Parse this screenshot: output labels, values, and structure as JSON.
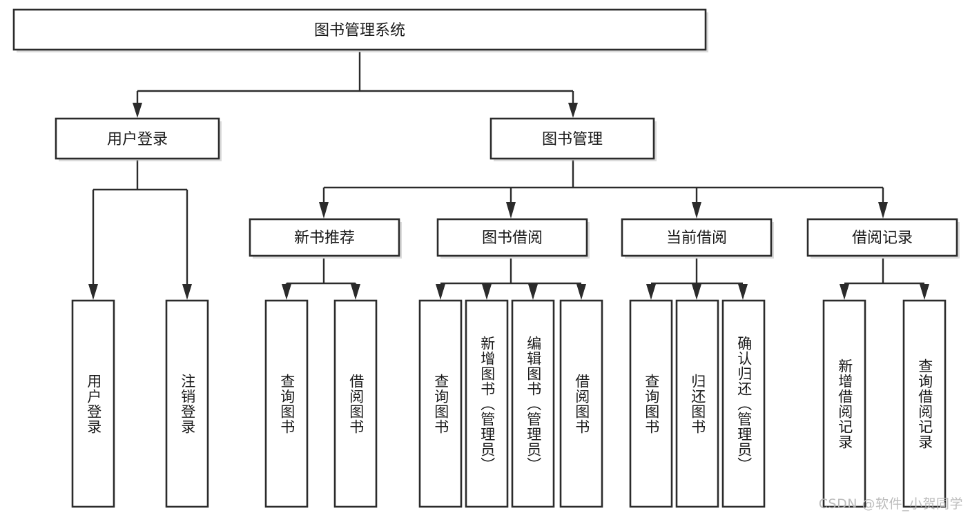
{
  "diagram": {
    "type": "tree-hierarchy",
    "title": "图书管理系统",
    "root": {
      "id": "root",
      "label": "图书管理系统",
      "level": 1
    },
    "level2": [
      {
        "id": "user-login",
        "label": "用户登录",
        "level": 2
      },
      {
        "id": "book-manage",
        "label": "图书管理",
        "level": 2
      }
    ],
    "level3": [
      {
        "id": "new-book-recommend",
        "label": "新书推荐",
        "level": 3,
        "parent": "book-manage"
      },
      {
        "id": "book-borrow",
        "label": "图书借阅",
        "level": 3,
        "parent": "book-manage"
      },
      {
        "id": "current-borrow",
        "label": "当前借阅",
        "level": 3,
        "parent": "book-manage"
      },
      {
        "id": "borrow-record",
        "label": "借阅记录",
        "level": 3,
        "parent": "book-manage"
      }
    ],
    "leaves": [
      {
        "id": "leaf-user-login",
        "label": "用户登录",
        "parent": "user-login"
      },
      {
        "id": "leaf-logout-login",
        "label": "注销登录",
        "parent": "user-login"
      },
      {
        "id": "leaf-query-book-1",
        "label": "查询图书",
        "parent": "new-book-recommend"
      },
      {
        "id": "leaf-borrow-book-1",
        "label": "借阅图书",
        "parent": "new-book-recommend"
      },
      {
        "id": "leaf-query-book-2",
        "label": "查询图书",
        "parent": "book-borrow"
      },
      {
        "id": "leaf-add-book",
        "label": "新增图书（管理员）",
        "parent": "book-borrow"
      },
      {
        "id": "leaf-edit-book",
        "label": "编辑图书（管理员）",
        "parent": "book-borrow"
      },
      {
        "id": "leaf-borrow-book-2",
        "label": "借阅图书",
        "parent": "book-borrow"
      },
      {
        "id": "leaf-query-book-3",
        "label": "查询图书",
        "parent": "current-borrow"
      },
      {
        "id": "leaf-return-book",
        "label": "归还图书",
        "parent": "current-borrow"
      },
      {
        "id": "leaf-confirm-return",
        "label": "确认归还（管理员）",
        "parent": "current-borrow"
      },
      {
        "id": "leaf-add-record",
        "label": "新增借阅记录",
        "parent": "borrow-record"
      },
      {
        "id": "leaf-query-record",
        "label": "查询借阅记录",
        "parent": "borrow-record"
      }
    ]
  },
  "watermark": {
    "text": "CSDN @软件_小贺同学"
  },
  "colors": {
    "background": "#ffffff",
    "box_fill": "#ffffff",
    "box_stroke": "#2b2b2b",
    "text": "#1a1a1a",
    "watermark": "#b9b9b9"
  }
}
